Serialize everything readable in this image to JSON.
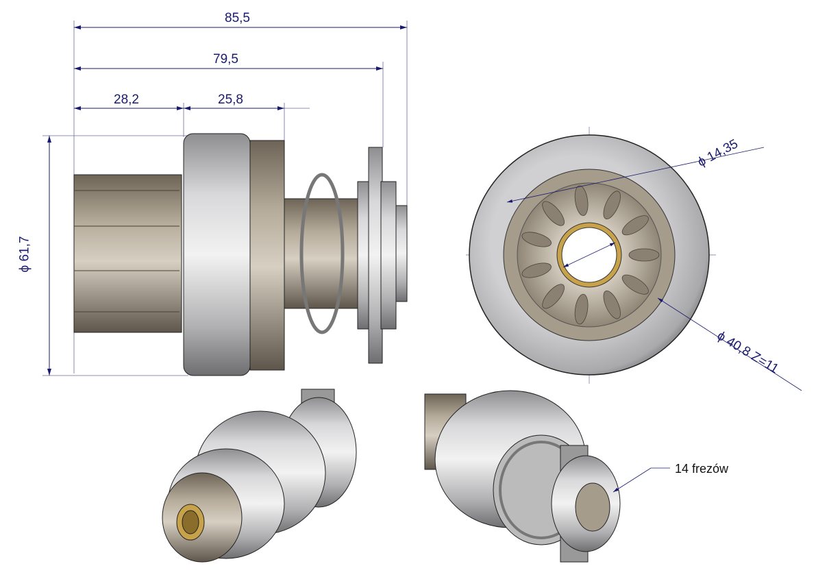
{
  "dimensions": {
    "overall_length": "85,5",
    "length_to_flange": "79,5",
    "pinion_length": "28,2",
    "housing_length": "25,8",
    "outer_diameter": "ϕ 61,7",
    "bore_diameter": "ϕ 14,35",
    "pinion_diameter": "ϕ 40,8  Z=11"
  },
  "annotations": {
    "splines": "14 frezów"
  },
  "colors": {
    "dimension": "#1a1a6e",
    "steel": "#b9b9bb",
    "bronze": "#9d9383",
    "brass": "#c8a24a"
  }
}
